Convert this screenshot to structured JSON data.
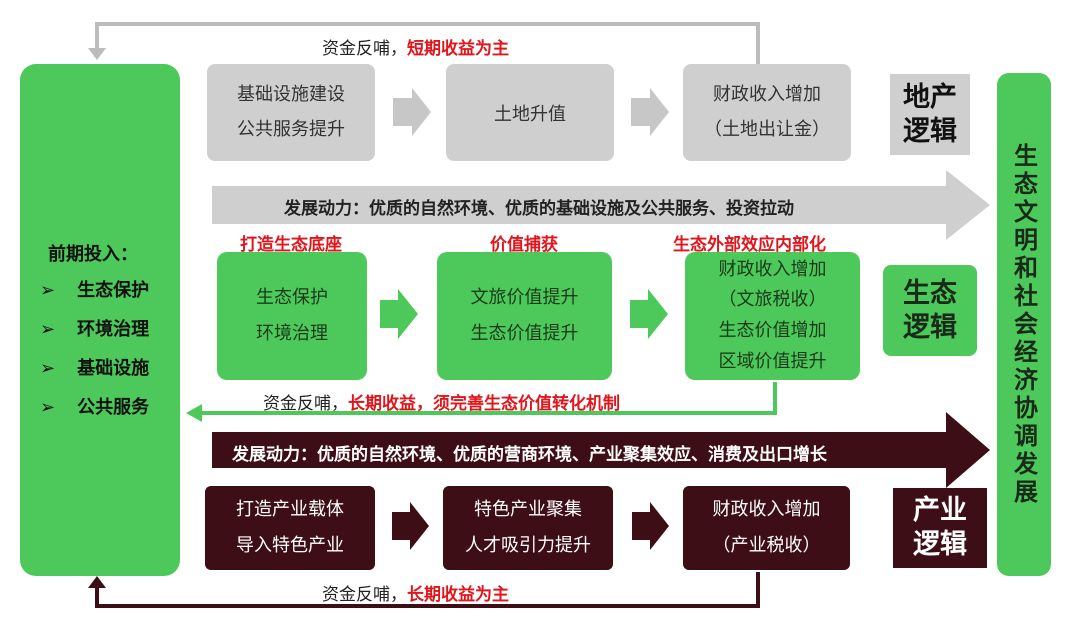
{
  "colors": {
    "gray": "#d0cfd0",
    "green": "#4dc95b",
    "dark": "#3d0e15",
    "red": "#e0161d"
  },
  "left_panel": {
    "title": "前期投入：",
    "items": [
      "生态保护",
      "环境治理",
      "基础设施",
      "公共服务"
    ]
  },
  "right_panel": {
    "text": "生态文明和社会经济协调发展"
  },
  "real_estate": {
    "feedback_prefix": "资金反哺，",
    "feedback_highlight": "短期收益为主",
    "boxes": [
      {
        "lines": [
          "基础设施建设",
          "公共服务提升"
        ]
      },
      {
        "lines": [
          "土地升值"
        ]
      },
      {
        "lines": [
          "财政收入增加",
          "（土地出让金）"
        ]
      }
    ],
    "logic_label": [
      "地产",
      "逻辑"
    ],
    "driver": "发展动力：优质的自然环境、优质的基础设施及公共服务、投资拉动"
  },
  "ecological": {
    "headers": [
      "打造生态底座",
      "价值捕获",
      "生态外部效应内部化"
    ],
    "boxes": [
      {
        "lines": [
          "生态保护",
          "环境治理"
        ]
      },
      {
        "lines": [
          "文旅价值提升",
          "生态价值提升"
        ]
      },
      {
        "lines": [
          "财政收入增加",
          "（文旅税收）",
          "生态价值增加",
          "区域价值提升"
        ]
      }
    ],
    "logic_label": [
      "生态",
      "逻辑"
    ],
    "feedback_prefix": "资金反哺，",
    "feedback_highlight": "长期收益，须完善生态价值转化机制"
  },
  "industry": {
    "driver": "发展动力：优质的自然环境、优质的营商环境、产业聚集效应、消费及出口增长",
    "boxes": [
      {
        "lines": [
          "打造产业载体",
          "导入特色产业"
        ]
      },
      {
        "lines": [
          "特色产业聚集",
          "人才吸引力提升"
        ]
      },
      {
        "lines": [
          "财政收入增加",
          "（产业税收）"
        ]
      }
    ],
    "logic_label": [
      "产业",
      "逻辑"
    ],
    "feedback_prefix": "资金反哺，",
    "feedback_highlight": "长期收益为主"
  }
}
